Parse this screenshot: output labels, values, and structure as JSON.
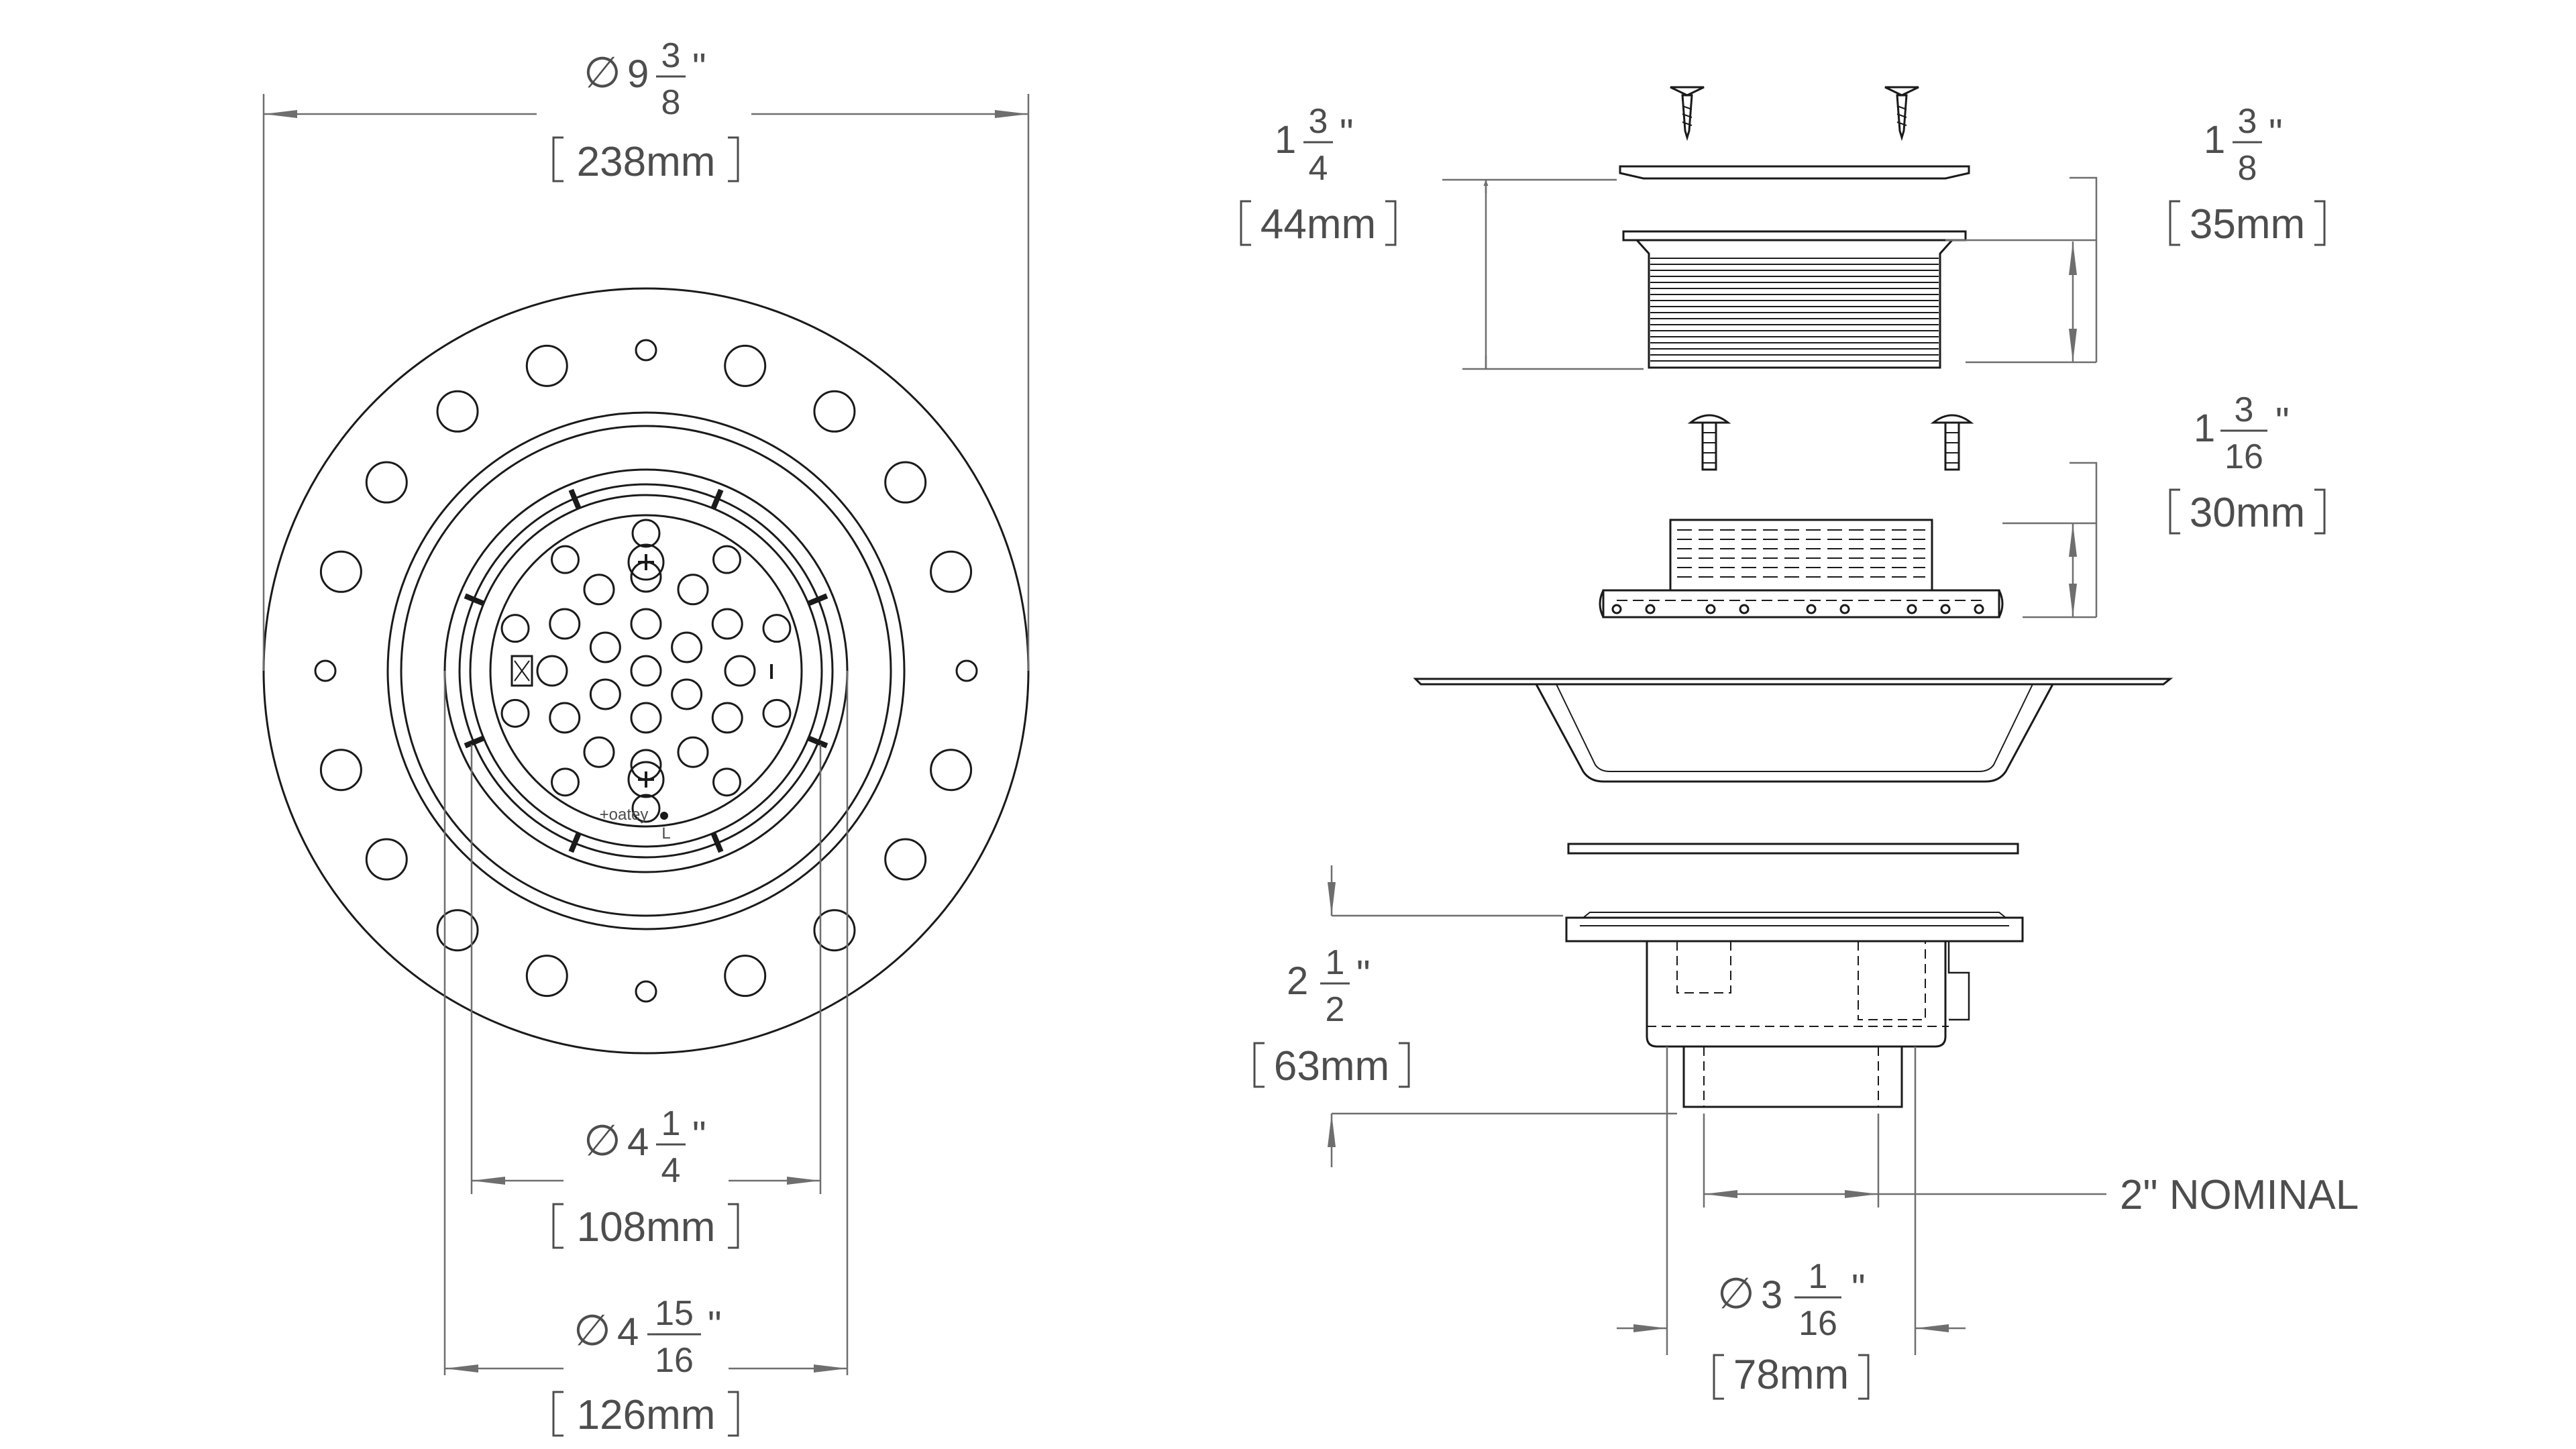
{
  "colors": {
    "line": "#1a1a1a",
    "dim": "#6e6e6e",
    "text": "#4d4d4d",
    "background": "#ffffff"
  },
  "dimensions": {
    "overall_diameter": {
      "symbol": "∅",
      "whole": "9",
      "num": "3",
      "den": "8",
      "inch": "\"",
      "metric": "238mm"
    },
    "opening_diameter": {
      "symbol": "∅",
      "whole": "4",
      "num": "1",
      "den": "4",
      "inch": "\"",
      "metric": "108mm"
    },
    "body_diameter": {
      "symbol": "∅",
      "whole": "4",
      "num": "15",
      "den": "16",
      "inch": "\"",
      "metric": "126mm"
    },
    "strainer_height": {
      "whole": "1",
      "num": "3",
      "den": "4",
      "inch": "\"",
      "metric": "44mm"
    },
    "thread_height": {
      "whole": "1",
      "num": "3",
      "den": "8",
      "inch": "\"",
      "metric": "35mm"
    },
    "clamp_height": {
      "whole": "1",
      "num": "3",
      "den": "16",
      "inch": "\"",
      "metric": "30mm"
    },
    "base_height": {
      "whole": "2",
      "num": "1",
      "den": "2",
      "inch": "\"",
      "metric": "63mm"
    },
    "outlet_diameter": {
      "symbol": "∅",
      "whole": "3",
      "num": "1",
      "den": "16",
      "inch": "\"",
      "metric": "78mm"
    }
  },
  "callouts": {
    "nominal": "2\" NOMINAL"
  },
  "grate_marks": {
    "brand": "+oatey",
    "side": "L"
  }
}
